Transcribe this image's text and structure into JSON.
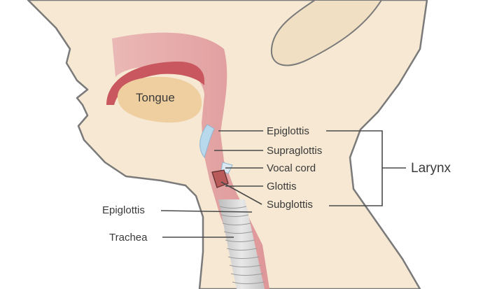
{
  "labels": {
    "tongue": "Tongue",
    "epiglottis_right": "Epiglottis",
    "supraglottis": "Supraglottis",
    "vocal_cord": "Vocal cord",
    "glottis": "Glottis",
    "subglottis": "Subglottis",
    "larynx": "Larynx",
    "epiglottis_left": "Epiglottis",
    "trachea": "Trachea"
  },
  "colors": {
    "skin": "#f6e8d2",
    "outline": "#7a7a7a",
    "tissue": "#e6a0a0",
    "tissue_dark": "#c9575f",
    "tongue": "#efcf9f",
    "trachea": "#d9d9d9",
    "cartilage": "#b8d8ec"
  }
}
